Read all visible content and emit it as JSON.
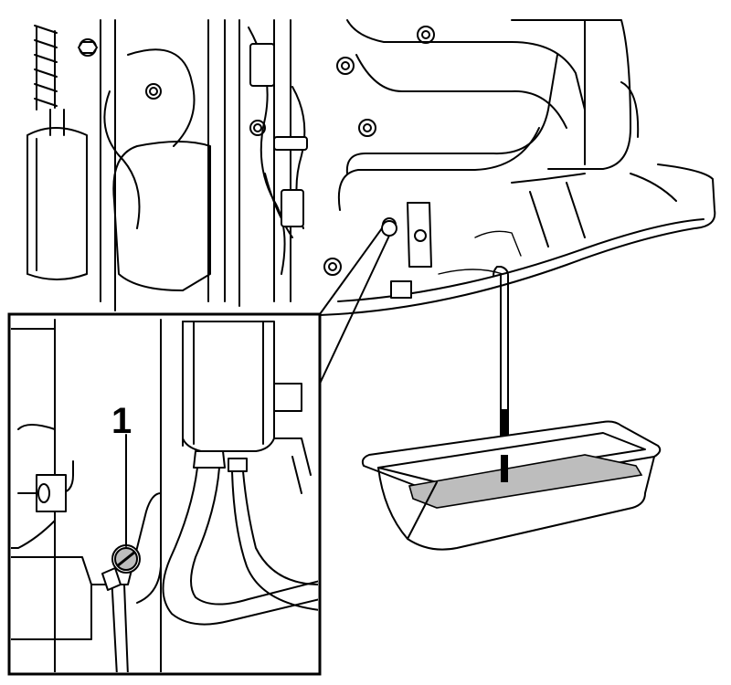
{
  "callouts": [
    {
      "label": "1"
    }
  ],
  "colors": {
    "line": "#000000",
    "background": "#ffffff",
    "oil": "#bdbdbd"
  },
  "icons": [
    "drain-bolt",
    "oil-drain-pan",
    "dipstick-tube",
    "engine-housing",
    "detail-magnifier-frame"
  ]
}
